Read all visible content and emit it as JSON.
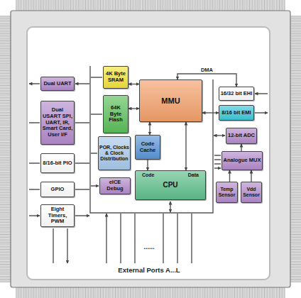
{
  "diagram": {
    "nodes": [
      {
        "text": [
          "Dual UART"
        ]
      },
      {
        "text": [
          "Dual USART SPI, UART, IR, Smart Card, User I/F"
        ]
      },
      {
        "text": [
          "8/16-bit PIO"
        ]
      },
      {
        "text": [
          "GPIO"
        ]
      },
      {
        "text": [
          "Eight Timers, PWM"
        ]
      },
      {
        "text": [
          "4K Byte SRAM"
        ]
      },
      {
        "text": [
          "64K Byte Flash"
        ]
      },
      {
        "text": [
          "MMU"
        ]
      },
      {
        "text": [
          "POR, Clocks & Clock Distribution"
        ]
      },
      {
        "text": [
          "Code Cache"
        ]
      },
      {
        "text": [
          "eICE Debug"
        ]
      },
      {
        "text": [
          "Code",
          "Data",
          "CPU"
        ]
      },
      {
        "text": [
          "16/32 bit EHI"
        ]
      },
      {
        "text": [
          "8/16 bit EMI"
        ]
      },
      {
        "text": [
          "12-bit ADC"
        ]
      },
      {
        "text": [
          "Analogue MUX"
        ]
      },
      {
        "text": [
          "Temp Sensor"
        ]
      },
      {
        "text": [
          "Vdd Sensor"
        ]
      }
    ],
    "edges": [
      {
        "from": 5,
        "to": 7,
        "arrow": "both"
      },
      {
        "from": 6,
        "to": 7,
        "arrow": "both"
      },
      {
        "from": 7,
        "to": 12,
        "label": "DMA",
        "arrow": "both"
      },
      {
        "from": 7,
        "to": 13,
        "arrow": "both"
      },
      {
        "from": 9,
        "to": 11,
        "arrow": "to"
      },
      {
        "from": 11,
        "to": 7,
        "arrow": "both"
      },
      {
        "from": 7,
        "to": 9,
        "arrow": "both"
      },
      {
        "from": 16,
        "to": 15,
        "arrow": "to"
      },
      {
        "from": 17,
        "to": 15,
        "arrow": "to"
      },
      {
        "from": 15,
        "to": 14,
        "arrow": "to"
      }
    ],
    "labels": [
      "......",
      "External Ports A...L"
    ]
  }
}
